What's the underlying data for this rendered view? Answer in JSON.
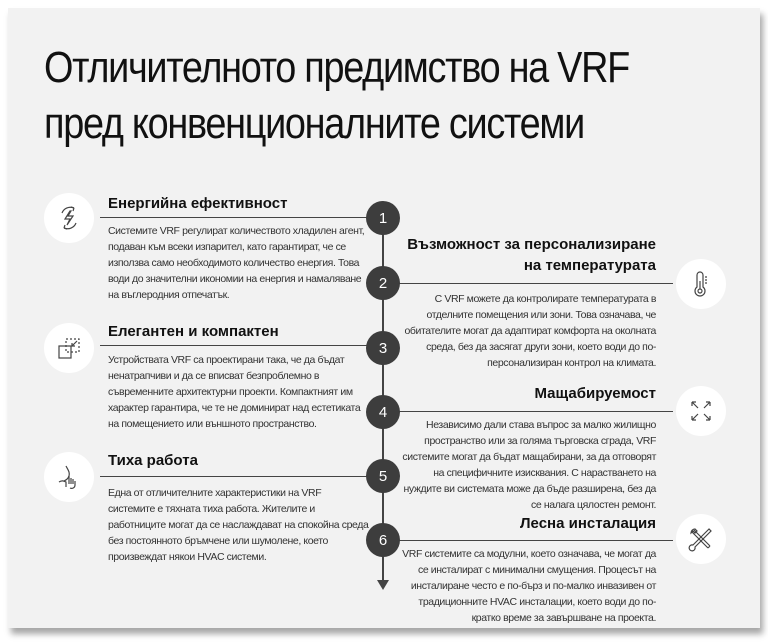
{
  "title_line1": "Отличителното предимство на VRF",
  "title_line2": "пред конвенционалните системи",
  "steps": [
    {
      "number": "1",
      "heading": "Енергийна ефективност",
      "icon": "energy-cycle-icon",
      "side": "left",
      "text": "Системите VRF регулират количеството хладилен агент, подаван към всеки изпарител, като гарантират, че се използва само необходимото количество енергия. Това води до значителни икономии на енергия и намаляване на въглеродния отпечатък."
    },
    {
      "number": "2",
      "heading": "Възможност за персонализиране на температурата",
      "heading_line1": "Възможност за персонализиране",
      "heading_line2": "на температурата",
      "icon": "thermometer-icon",
      "side": "right",
      "text": "С VRF можете да контролирате температурата в отделните помещения или зони. Това означава, че обитателите могат да адаптират комфорта на околната среда, без да засягат други зони, което води до по-персонализиран контрол на климата."
    },
    {
      "number": "3",
      "heading": "Елегантен и компактен",
      "icon": "compact-resize-icon",
      "side": "left",
      "text": "Устройствата VRF са проектирани така, че да бъдат ненатрапчиви и да се вписват безпроблемно в съвременните архитектурни проекти. Компактният им характер гарантира, че те не доминират над естетиката на помещението или външното пространство."
    },
    {
      "number": "4",
      "heading": "Мащабируемост",
      "icon": "expand-arrows-icon",
      "side": "right",
      "text": "Независимо дали става въпрос за малко жилищно пространство или за голяма търговска сграда, VRF системите могат да бъдат мащабирани, за да отговорят на специфичните изисквания. С нарастването на нуждите ви системата може да бъде разширена, без да се налага цялостен ремонт."
    },
    {
      "number": "5",
      "heading": "Тиха работа",
      "icon": "silence-gesture-icon",
      "side": "left",
      "text": "Една от отличителните характеристики на VRF системите е тяхната тиха работа. Жителите и работниците могат да се наслаждават на спокойна среда без постоянното бръмчене или шумолене, което произвеждат някои HVAC системи."
    },
    {
      "number": "6",
      "heading": "Лесна инсталация",
      "icon": "tools-icon",
      "side": "right",
      "text": "VRF системите са модулни, което означава, че могат да се инсталират с минимални смущения. Процесът на инсталиране често е по-бърз и по-малко инвазивен от традиционните HVAC инсталации, което води до по-кратко време за завършване на проекта."
    }
  ]
}
